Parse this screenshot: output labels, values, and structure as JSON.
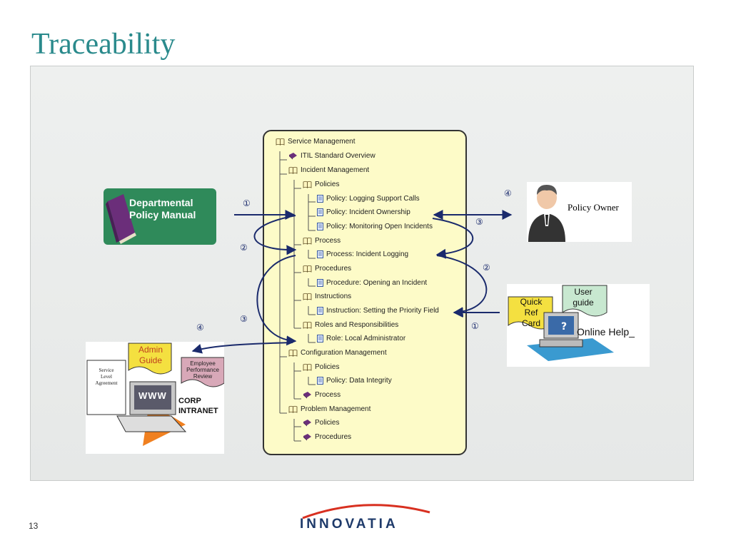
{
  "title": "Traceability",
  "page_number": "13",
  "logo_text": "INNOVATIA",
  "tree": [
    {
      "label": "Service Management",
      "icon": "book",
      "level": 0
    },
    {
      "label": "ITIL Standard Overview",
      "icon": "reversed-book",
      "level": 1
    },
    {
      "label": "Incident Management",
      "icon": "book",
      "level": 1
    },
    {
      "label": "Policies",
      "icon": "book",
      "level": 2
    },
    {
      "label": "Policy: Logging Support Calls",
      "icon": "page",
      "level": 3
    },
    {
      "label": "Policy: Incident Ownership",
      "icon": "page",
      "level": 3
    },
    {
      "label": "Policy: Monitoring Open Incidents",
      "icon": "page",
      "level": 3
    },
    {
      "label": "Process",
      "icon": "book",
      "level": 2
    },
    {
      "label": "Process: Incident Logging",
      "icon": "page",
      "level": 3
    },
    {
      "label": "Procedures",
      "icon": "book",
      "level": 2
    },
    {
      "label": "Procedure: Opening an Incident",
      "icon": "page",
      "level": 3
    },
    {
      "label": "Instructions",
      "icon": "book",
      "level": 2
    },
    {
      "label": "Instruction: Setting the Priority Field",
      "icon": "page",
      "level": 3
    },
    {
      "label": "Roles and Responsibilities",
      "icon": "book",
      "level": 2
    },
    {
      "label": "Role: Local Administrator",
      "icon": "page",
      "level": 3
    },
    {
      "label": "Configuration Management",
      "icon": "book",
      "level": 1
    },
    {
      "label": "Policies",
      "icon": "book",
      "level": 2
    },
    {
      "label": "Policy: Data Integrity",
      "icon": "page",
      "level": 3
    },
    {
      "label": "Process",
      "icon": "reversed-book",
      "level": 2
    },
    {
      "label": "Problem Management",
      "icon": "book",
      "level": 1
    },
    {
      "label": "Policies",
      "icon": "reversed-book",
      "level": 2
    },
    {
      "label": "Procedures",
      "icon": "reversed-book",
      "level": 2
    }
  ],
  "departmental_manual": {
    "line1": "Departmental",
    "line2": "Policy Manual"
  },
  "policy_owner": {
    "label": "Policy Owner"
  },
  "online_help": {
    "label": "Online Help_",
    "quick_ref_1": "Quick Ref",
    "quick_ref_2": "Card",
    "user_guide_1": "User",
    "user_guide_2": "guide"
  },
  "intranet": {
    "sla_1": "Service",
    "sla_2": "Level",
    "sla_3": "Agreement",
    "admin_1": "Admin",
    "admin_2": "Guide",
    "perf_1": "Employee",
    "perf_2": "Performance",
    "perf_3": "Review",
    "www": "WWW",
    "corp_1": "CORP",
    "corp_2": "INTRANET"
  },
  "step_labels": {
    "one": "①",
    "two": "②",
    "three": "③",
    "four": "④"
  },
  "colors": {
    "title": "#2a8a8c",
    "tree_bg": "#fdfbc8",
    "arrow": "#1a2a6c",
    "manual_green": "#2f8a5a"
  }
}
